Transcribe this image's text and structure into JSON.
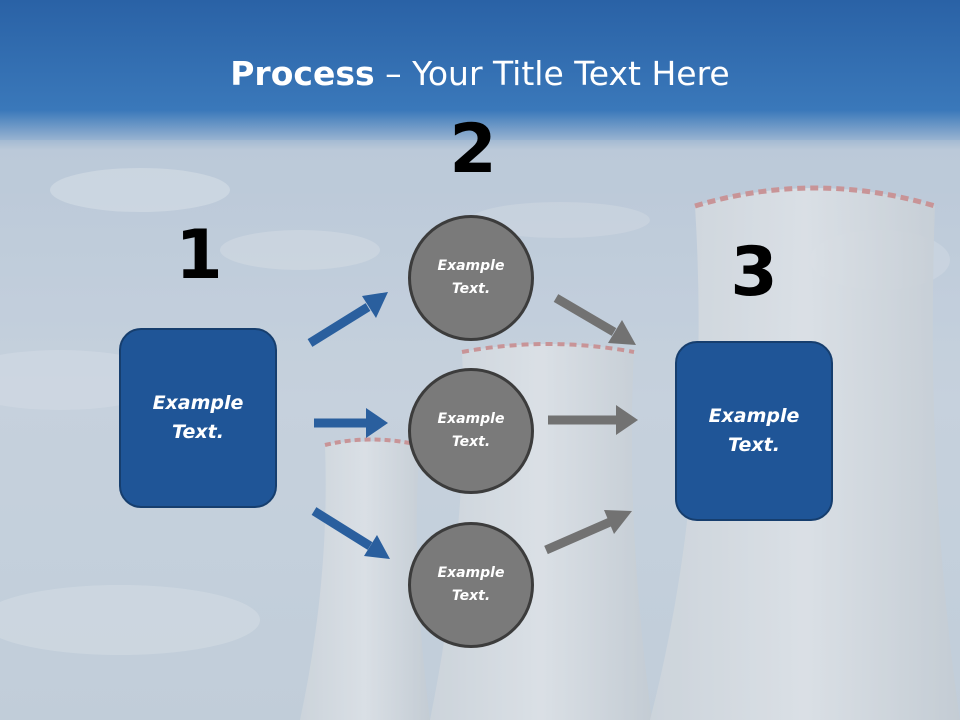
{
  "title": {
    "bold": "Process",
    "rest": " – Your Title Text Here"
  },
  "steps": [
    {
      "number": "1",
      "label": "Example Text."
    },
    {
      "number": "2",
      "items": [
        "Example Text.",
        "Example Text.",
        "Example Text."
      ]
    },
    {
      "number": "3",
      "label": "Example Text."
    }
  ],
  "colors": {
    "box_fill": "#1f5597",
    "circle_fill": "#7a7a7a",
    "arrow_blue": "#2a5f9e",
    "arrow_gray": "#727272",
    "header_blue": "#2a62a6"
  }
}
